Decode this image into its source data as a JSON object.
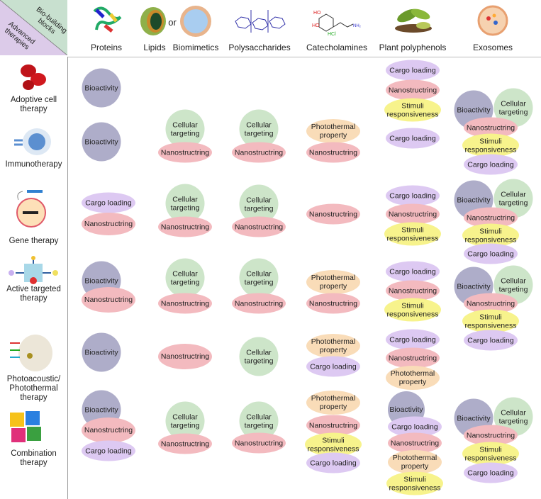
{
  "corner": {
    "top": "Bio-building blocks",
    "bottom": "Advanced therapies"
  },
  "columns": [
    "Proteins",
    "Lipids",
    "or",
    "Biomimetics",
    "Polysaccharides",
    "Catecholamines",
    "Plant polyphenols",
    "Exosomes"
  ],
  "rows": [
    {
      "label": "Adoptive cell\ntherapy",
      "cells": [
        {
          "col": "Proteins",
          "items": [
            "Bioactivity"
          ]
        },
        {
          "col": "Plant polyphenols",
          "items": [
            "Cargo loading",
            "Nanostructring",
            "Stimuli\nresponsiveness"
          ]
        }
      ]
    },
    {
      "label": "Immunotherapy",
      "cells": [
        {
          "col": "Proteins",
          "items": [
            "Bioactivity"
          ]
        },
        {
          "col": "Lipids",
          "items": [
            "Cellular\ntargeting",
            "Nanostructring"
          ]
        },
        {
          "col": "Polysaccharides",
          "items": [
            "Cellular\ntargeting",
            "Nanostructring"
          ]
        },
        {
          "col": "Catecholamines",
          "items": [
            "Photothermal\nproperty",
            "Nanostructring"
          ]
        },
        {
          "col": "Plant polyphenols",
          "items": [
            "Cargo loading"
          ]
        },
        {
          "col": "Exosomes",
          "items": [
            "Bioactivity",
            "Cellular\ntargeting",
            "Nanostructring",
            "Stimuli\nresponsiveness",
            "Cargo loading"
          ]
        }
      ]
    },
    {
      "label": "Gene therapy",
      "cells": [
        {
          "col": "Proteins",
          "items": [
            "Cargo loading",
            "Nanostructring"
          ]
        },
        {
          "col": "Lipids",
          "items": [
            "Cellular\ntargeting",
            "Nanostructring"
          ]
        },
        {
          "col": "Polysaccharides",
          "items": [
            "Cellular\ntargeting",
            "Nanostructring"
          ]
        },
        {
          "col": "Catecholamines",
          "items": [
            "Nanostructring"
          ]
        },
        {
          "col": "Plant polyphenols",
          "items": [
            "Cargo loading",
            "Nanostructring",
            "Stimuli\nresponsiveness"
          ]
        },
        {
          "col": "Exosomes",
          "items": [
            "Bioactivity",
            "Cellular\ntargeting",
            "Nanostructring",
            "Stimuli\nresponsiveness",
            "Cargo loading"
          ]
        }
      ]
    },
    {
      "label": "Active targeted\ntherapy",
      "cells": [
        {
          "col": "Proteins",
          "items": [
            "Bioactivity",
            "Nanostructring"
          ]
        },
        {
          "col": "Lipids",
          "items": [
            "Cellular\ntargeting",
            "Nanostructring"
          ]
        },
        {
          "col": "Polysaccharides",
          "items": [
            "Cellular\ntargeting",
            "Nanostructring"
          ]
        },
        {
          "col": "Catecholamines",
          "items": [
            "Photothermal\nproperty",
            "Nanostructring"
          ]
        },
        {
          "col": "Plant polyphenols",
          "items": [
            "Cargo loading",
            "Nanostructring",
            "Stimuli\nresponsiveness"
          ]
        },
        {
          "col": "Exosomes",
          "items": [
            "Bioactivity",
            "Cellular\ntargeting",
            "Nanostructring",
            "Stimuli\nresponsiveness",
            "Cargo loading"
          ]
        }
      ]
    },
    {
      "label": "Photoacoustic/\nPhotothermal\ntherapy",
      "cells": [
        {
          "col": "Proteins",
          "items": [
            "Bioactivity"
          ]
        },
        {
          "col": "Lipids",
          "items": [
            "Nanostructring"
          ]
        },
        {
          "col": "Polysaccharides",
          "items": [
            "Cellular\ntargeting"
          ]
        },
        {
          "col": "Catecholamines",
          "items": [
            "Photothermal\nproperty",
            "Cargo loading"
          ]
        },
        {
          "col": "Plant polyphenols",
          "items": [
            "Cargo loading",
            "Nanostructring",
            "Photothermal\nproperty"
          ]
        }
      ]
    },
    {
      "label": "Combination\ntherapy",
      "cells": [
        {
          "col": "Proteins",
          "items": [
            "Bioactivity",
            "Nanostructring",
            "Cargo loading"
          ]
        },
        {
          "col": "Lipids",
          "items": [
            "Cellular\ntargeting",
            "Nanostructring"
          ]
        },
        {
          "col": "Polysaccharides",
          "items": [
            "Cellular\ntargeting",
            "Nanostructring"
          ]
        },
        {
          "col": "Catecholamines",
          "items": [
            "Photothermal\nproperty",
            "Nanostructring",
            "Stimuli\nresponsiveness",
            "Cargo loading"
          ]
        },
        {
          "col": "Plant polyphenols",
          "items": [
            "Bioactivity",
            "Cargo loading",
            "Nanostructring",
            "Photothermal\nproperty",
            "Stimuli\nresponsiveness"
          ]
        },
        {
          "col": "Exosomes",
          "items": [
            "Bioactivity",
            "Cellular\ntargeting",
            "Nanostructring",
            "Stimuli\nresponsiveness",
            "Cargo loading"
          ]
        }
      ]
    }
  ],
  "colors": {
    "bioactivity": "#aeadc9",
    "cellular_targeting": "#cde5c9",
    "nanostructuring": "#f3babf",
    "cargo_loading": "#ddc9f2",
    "photothermal": "#f9dcb8",
    "stimuli": "#f7f38c"
  }
}
